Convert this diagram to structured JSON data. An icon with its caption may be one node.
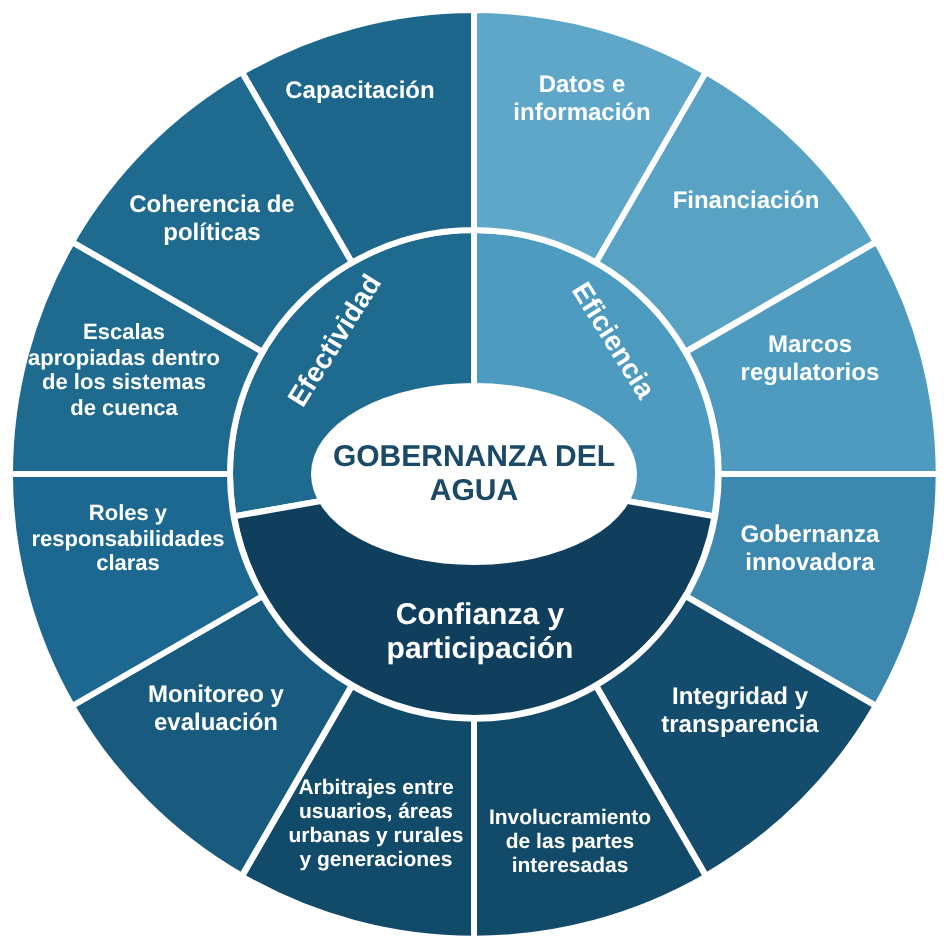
{
  "diagram": {
    "nodes": [
      {
        "text": [
          "GOBERNANZA DEL AGUA"
        ]
      },
      {
        "text": [
          "Efectividad"
        ]
      },
      {
        "text": [
          "Eficiencia"
        ]
      },
      {
        "text": [
          "Confianza y participación"
        ]
      },
      {
        "text": [
          "Capacitación"
        ]
      },
      {
        "text": [
          "Datos e información"
        ]
      },
      {
        "text": [
          "Financiación"
        ]
      },
      {
        "text": [
          "Marcos regulatorios"
        ]
      },
      {
        "text": [
          "Gobernanza innovadora"
        ]
      },
      {
        "text": [
          "Integridad y transparencia"
        ]
      },
      {
        "text": [
          "Involucramiento de las partes interesadas"
        ]
      },
      {
        "text": [
          "Arbitrajes entre usuarios, áreas urbanas y rurales y generaciones"
        ]
      },
      {
        "text": [
          "Monitoreo y evaluación"
        ]
      },
      {
        "text": [
          "Roles y responsabilidades claras"
        ]
      },
      {
        "text": [
          "Escalas apropiadas dentro de los sistemas de cuenca"
        ]
      },
      {
        "text": [
          "Coherencia de políticas"
        ]
      }
    ]
  }
}
